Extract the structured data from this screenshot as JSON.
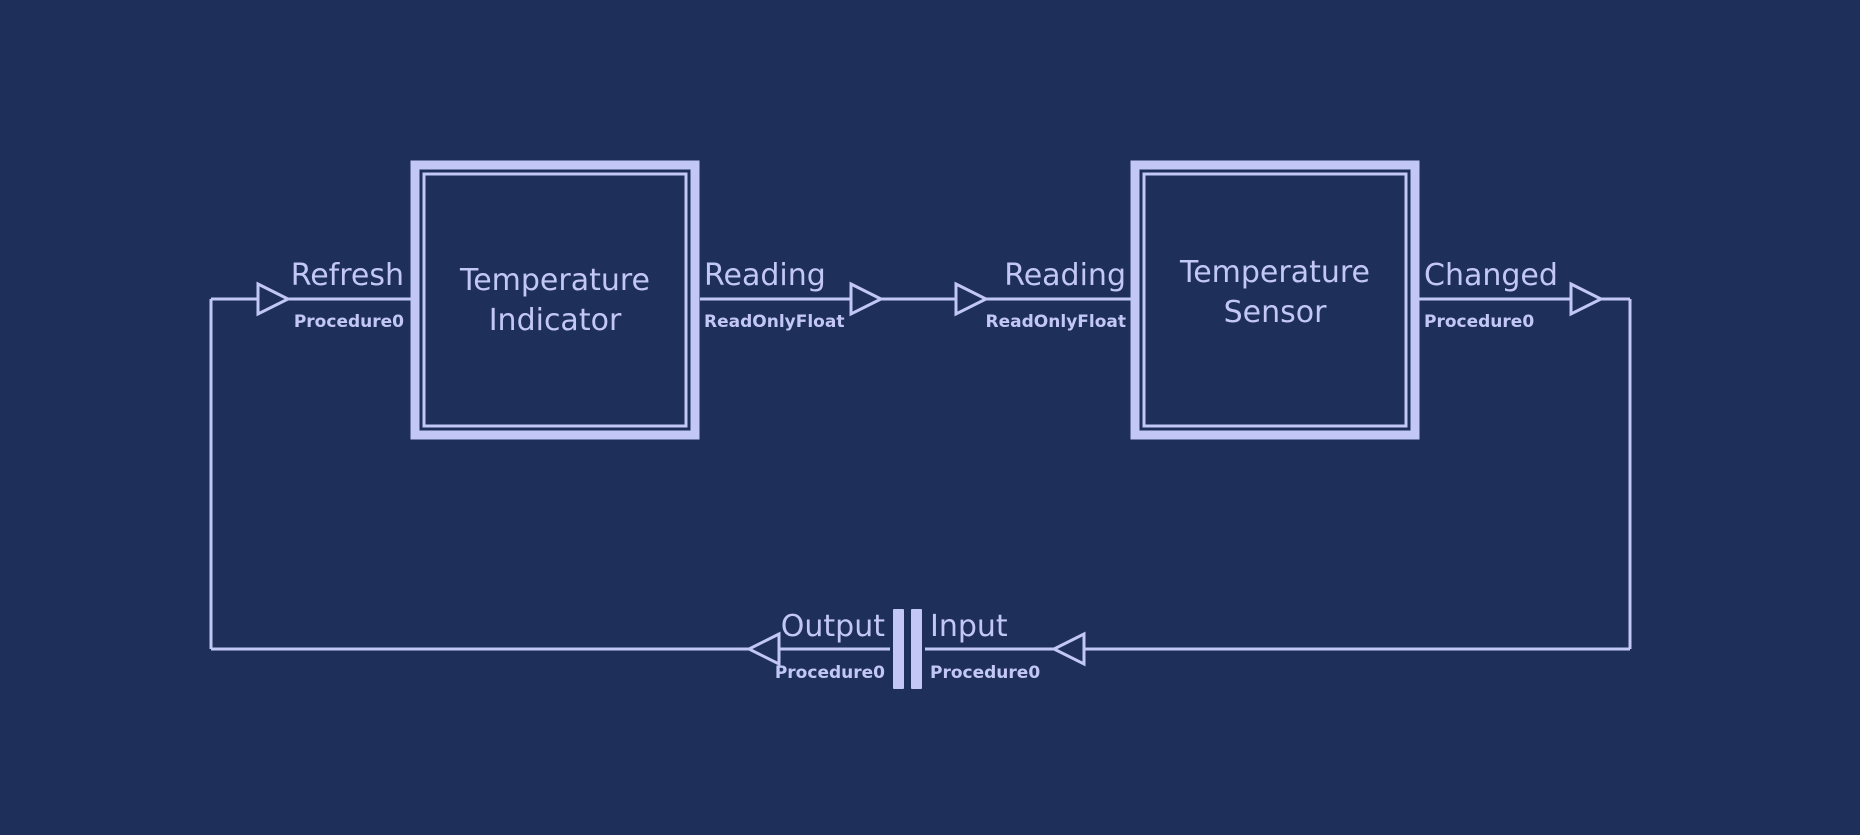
{
  "diagram": {
    "background_color": "#1e3059",
    "accent_color": "#c3c7f6",
    "nodes": [
      {
        "id": "temperature-indicator",
        "title_line1": "Temperature",
        "title_line2": "Indicator"
      },
      {
        "id": "temperature-sensor",
        "title_line1": "Temperature",
        "title_line2": "Sensor"
      }
    ],
    "ports": {
      "refresh": {
        "label": "Refresh",
        "type": "Procedure0"
      },
      "indicator_reading": {
        "label": "Reading",
        "type": "ReadOnlyFloat"
      },
      "sensor_reading": {
        "label": "Reading",
        "type": "ReadOnlyFloat"
      },
      "changed": {
        "label": "Changed",
        "type": "Procedure0"
      },
      "output": {
        "label": "Output",
        "type": "Procedure0"
      },
      "input": {
        "label": "Input",
        "type": "Procedure0"
      }
    }
  }
}
